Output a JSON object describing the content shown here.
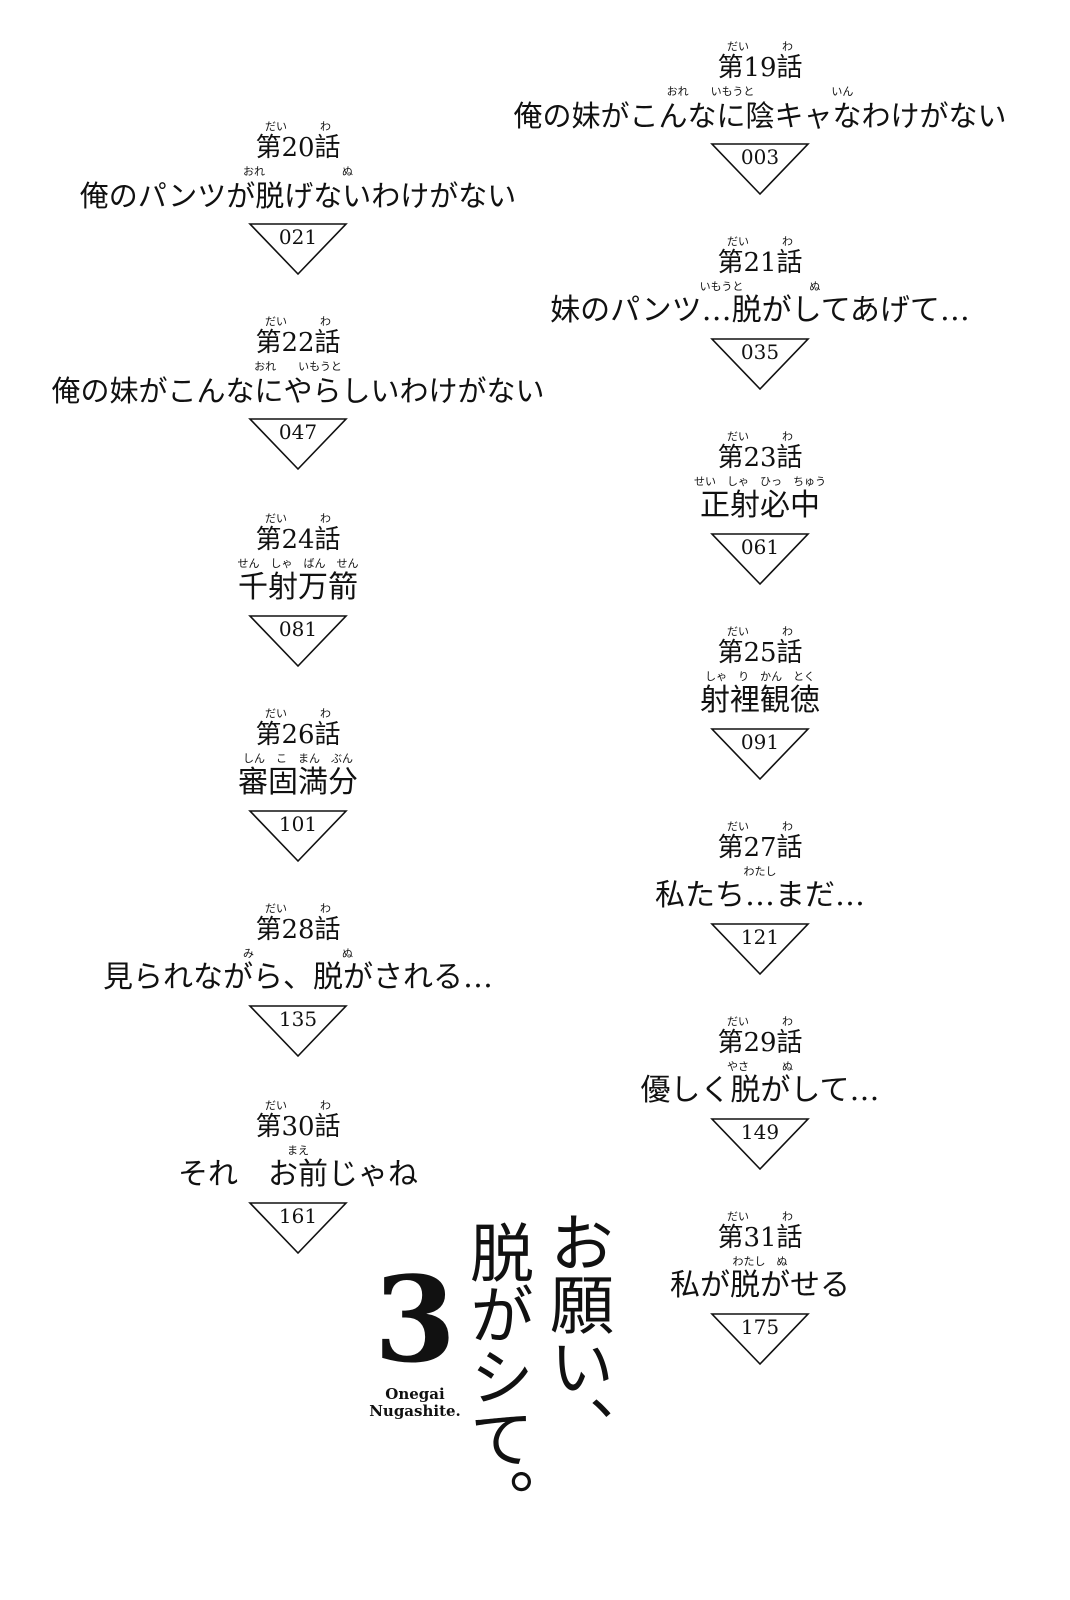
{
  "entries": [
    {
      "chapter": "第19話",
      "chapter_ruby": "だい　　　わ",
      "title": "俺の妹がこんなに陰キャなわけがない",
      "title_ruby": "おれ　　いもうと　　　　　　　いん",
      "page": "003"
    },
    {
      "chapter": "第20話",
      "chapter_ruby": "だい　　　わ",
      "title": "俺のパンツが脱げないわけがない",
      "title_ruby": "おれ　　　　　　　ぬ",
      "page": "021"
    },
    {
      "chapter": "第21話",
      "chapter_ruby": "だい　　　わ",
      "title": "妹のパンツ…脱がしてあげて…",
      "title_ruby": "いもうと　　　　　　ぬ",
      "page": "035"
    },
    {
      "chapter": "第22話",
      "chapter_ruby": "だい　　　わ",
      "title": "俺の妹がこんなにやらしいわけがない",
      "title_ruby": "おれ　　いもうと",
      "page": "047"
    },
    {
      "chapter": "第23話",
      "chapter_ruby": "だい　　　わ",
      "title": "正射必中",
      "title_ruby": "せい　しゃ　ひっ　ちゅう",
      "page": "061"
    },
    {
      "chapter": "第24話",
      "chapter_ruby": "だい　　　わ",
      "title": "千射万箭",
      "title_ruby": "せん　しゃ　ばん　せん",
      "page": "081"
    },
    {
      "chapter": "第25話",
      "chapter_ruby": "だい　　　わ",
      "title": "射裡観徳",
      "title_ruby": "しゃ　り　かん　とく",
      "page": "091"
    },
    {
      "chapter": "第26話",
      "chapter_ruby": "だい　　　わ",
      "title": "審固満分",
      "title_ruby": "しん　こ　まん　ぶん",
      "page": "101"
    },
    {
      "chapter": "第27話",
      "chapter_ruby": "だい　　　わ",
      "title": "私たち…まだ…",
      "title_ruby": "わたし",
      "page": "121"
    },
    {
      "chapter": "第28話",
      "chapter_ruby": "だい　　　わ",
      "title": "見られながら、脱がされる…",
      "title_ruby": "み　　　　　　　　ぬ",
      "page": "135"
    },
    {
      "chapter": "第29話",
      "chapter_ruby": "だい　　　わ",
      "title": "優しく脱がして…",
      "title_ruby": "やさ　　　ぬ",
      "page": "149"
    },
    {
      "chapter": "第30話",
      "chapter_ruby": "だい　　　わ",
      "title": "それ　お前じゃね",
      "title_ruby": "まえ",
      "page": "161"
    },
    {
      "chapter": "第31話",
      "chapter_ruby": "だい　　　わ",
      "title": "私が脱がせる",
      "title_ruby": "わたし　ぬ",
      "page": "175"
    }
  ],
  "logo": {
    "line1": "お願い、",
    "line2": "脱がシて。",
    "volume": "3",
    "romaji_1": "Onegai",
    "romaji_2": "Nugashite."
  }
}
